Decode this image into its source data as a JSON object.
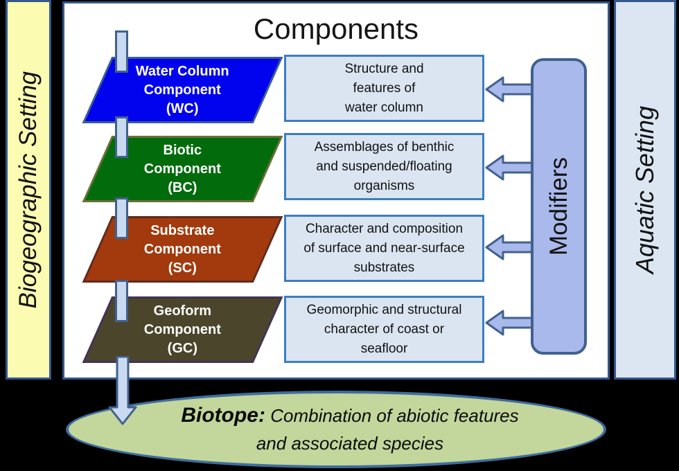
{
  "colors": {
    "background": "#000000",
    "outer_border": "#34578c",
    "left_banner_fill": "#fbfbb2",
    "right_banner_fill": "#dce6f2",
    "panel_fill": "#ffffff",
    "desc_fill": "#dbe5f1",
    "desc_border": "#3c7dc2",
    "modifiers_fill": "#a9b9eb",
    "modifiers_border": "#41618e",
    "connector_fill": "#c9d9f0",
    "connector_border": "#41618e",
    "ellipse_fill": "#c3d69b",
    "ellipse_border": "#3f6c9d"
  },
  "left_banner": {
    "label": "Biogeographic Setting"
  },
  "right_banner": {
    "label": "Aquatic Setting"
  },
  "title": "Components",
  "components": [
    {
      "label_lines": [
        "Water Column",
        "Component",
        "(WC)"
      ],
      "fill": "#0203ee",
      "border": "#3a5e92",
      "desc_lines": [
        "Structure and",
        "features of",
        "water column"
      ]
    },
    {
      "label_lines": [
        "Biotic",
        "Component",
        "(BC)"
      ],
      "fill": "#026c0c",
      "border": "#6e6f39",
      "desc_lines": [
        "Assemblages of benthic",
        "and suspended/floating",
        "organisms"
      ]
    },
    {
      "label_lines": [
        "Substrate",
        "Component",
        "(SC)"
      ],
      "fill": "#a23a0d",
      "border": "#5f2b20",
      "desc_lines": [
        "Character and composition",
        "of surface and near-surface",
        "substrates"
      ]
    },
    {
      "label_lines": [
        "Geoform",
        "Component",
        "(GC)"
      ],
      "fill": "#4b452b",
      "border": "#433355",
      "desc_lines": [
        "Geomorphic and structural",
        "character of coast or",
        "seafloor"
      ]
    }
  ],
  "modifiers": {
    "label": "Modifiers"
  },
  "biotope": {
    "term": "Biotope:",
    "desc_line1": "Combination of abiotic features",
    "desc_line2": "and associated species"
  }
}
